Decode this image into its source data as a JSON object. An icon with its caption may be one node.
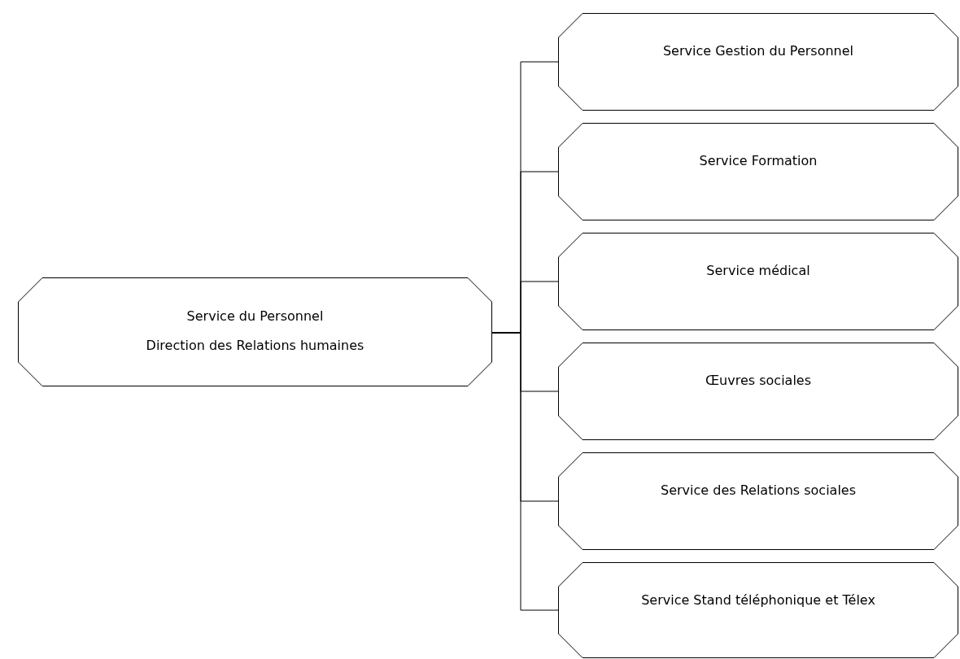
{
  "diagram": {
    "nodes": [
      {
        "text": [
          "Service du Personnel",
          "Direction des Relations humaines"
        ]
      },
      {
        "text": [
          "Service Gestion du Personnel"
        ]
      },
      {
        "text": [
          "Service Formation"
        ]
      },
      {
        "text": [
          "Service médical"
        ]
      },
      {
        "text": [
          "Œuvres sociales"
        ]
      },
      {
        "text": [
          "Service des Relations sociales"
        ]
      },
      {
        "text": [
          "Service Stand téléphonique et Télex"
        ]
      }
    ],
    "edges": [
      {
        "from": 0,
        "to": 1,
        "arrow": "none"
      },
      {
        "from": 0,
        "to": 2,
        "arrow": "none"
      },
      {
        "from": 0,
        "to": 3,
        "arrow": "none"
      },
      {
        "from": 0,
        "to": 4,
        "arrow": "none"
      },
      {
        "from": 0,
        "to": 5,
        "arrow": "none"
      },
      {
        "from": 0,
        "to": 6,
        "arrow": "none"
      }
    ]
  }
}
